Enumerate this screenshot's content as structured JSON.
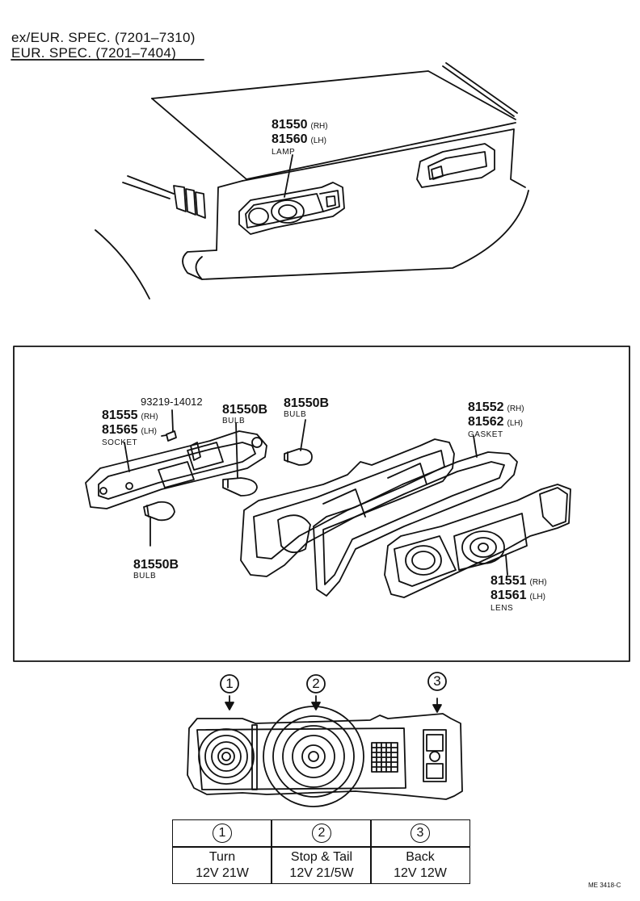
{
  "header": {
    "line1": "ex/EUR. SPEC. (7201–7310)",
    "line2": "EUR. SPEC. (7201–7404)"
  },
  "lamp": {
    "pn_rh": "81550",
    "tag_rh": "(RH)",
    "pn_lh": "81560",
    "tag_lh": "(LH)",
    "label": "LAMP"
  },
  "parts": {
    "screw": "93219-14012",
    "socket": {
      "pn_rh": "81555",
      "tag_rh": "(RH)",
      "pn_lh": "81565",
      "tag_lh": "(LH)",
      "label": "SOCKET"
    },
    "bulb_a": {
      "pn": "81550B",
      "label": "BULB"
    },
    "bulb_b": {
      "pn": "81550B",
      "label": "BULB"
    },
    "bulb_c": {
      "pn": "81550B",
      "label": "BULB"
    },
    "gasket": {
      "pn_rh": "81552",
      "tag_rh": "(RH)",
      "pn_lh": "81562",
      "tag_lh": "(LH)",
      "label": "GASKET"
    },
    "lens": {
      "pn_rh": "81551",
      "tag_rh": "(RH)",
      "pn_lh": "81561",
      "tag_lh": "(LH)",
      "label": "LENS"
    }
  },
  "callouts": [
    "1",
    "2",
    "3"
  ],
  "legend": [
    {
      "num": "1",
      "name": "Turn",
      "spec": "12V 21W"
    },
    {
      "num": "2",
      "name": "Stop & Tail",
      "spec": "12V 21/5W"
    },
    {
      "num": "3",
      "name": "Back",
      "spec": "12V 12W"
    }
  ],
  "footer_code": "ME 3418-C"
}
